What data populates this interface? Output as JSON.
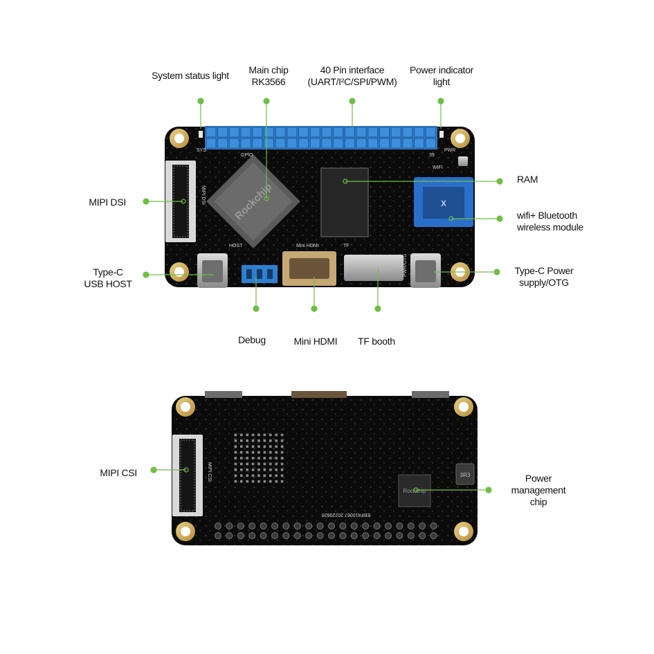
{
  "top_board": {
    "callouts": {
      "system_status_light": {
        "lines": [
          "System status light"
        ]
      },
      "main_chip": {
        "lines": [
          "Main chip",
          "RK3566"
        ]
      },
      "pin_interface": {
        "lines": [
          "40 Pin interface",
          "(UART/I²C/SPI/PWM)"
        ]
      },
      "power_indicator": {
        "lines": [
          "Power indicator",
          "light"
        ]
      },
      "ram": {
        "lines": [
          "RAM"
        ]
      },
      "wifi_bt": {
        "lines": [
          "wifi+ Bluetooth",
          "wireless module"
        ]
      },
      "mipi_dsi": {
        "lines": [
          "MIPI DSI"
        ]
      },
      "typec_host": {
        "lines": [
          "Type-C",
          "USB HOST"
        ]
      },
      "typec_power": {
        "lines": [
          "Type-C Power",
          "supply/OTG"
        ]
      },
      "debug": {
        "lines": [
          "Debug"
        ]
      },
      "mini_hdmi": {
        "lines": [
          "Mini HDMI"
        ]
      },
      "tf_booth": {
        "lines": [
          "TF booth"
        ]
      }
    },
    "silkscreen": {
      "sys": "SYS",
      "pwr": "PWR",
      "gpio": "GPIO",
      "pin39": "39",
      "wifi": "WIFI",
      "host": "HOST",
      "mini_hdmi": "Mini HDMI",
      "tf": "TF",
      "pwr_otg": "PWR/OTG",
      "mipi_dsi": "MIPI DSI",
      "chip_brand": "Rockchip"
    }
  },
  "bottom_board": {
    "callouts": {
      "mipi_csi": {
        "lines": [
          "MIPI CSI"
        ]
      },
      "pmic": {
        "lines": [
          "Power",
          "management",
          "chip"
        ]
      }
    },
    "silkscreen": {
      "mipi_csi": "MIPI CSI",
      "serial": "EBF410067  20220826",
      "pmic_brand": "Rockchip",
      "coil": "3R3"
    }
  },
  "colors": {
    "pcb": "#0b0b0b",
    "pin_header": "#3d8fdc",
    "callout_line": "#6fbf44",
    "mounting_hole": "#d7b86a",
    "connector_metal": "#b9b9b9",
    "debug_header": "#2f7fd0"
  }
}
